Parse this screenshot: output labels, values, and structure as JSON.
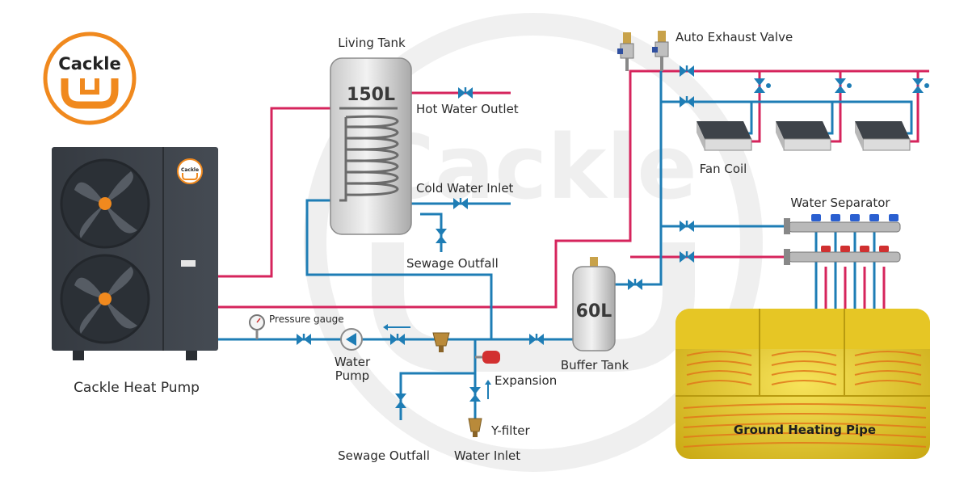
{
  "brand": {
    "name": "Cackle",
    "watermark": "Cackle"
  },
  "heat_pump": {
    "label": "Cackle Heat Pump",
    "badge": "Cackle"
  },
  "living_tank": {
    "title": "Living Tank",
    "volume": "150L"
  },
  "hot_water_outlet": "Hot Water Outlet",
  "cold_water_inlet": "Cold Water Inlet",
  "sewage_outfall_top": "Sewage Outfall",
  "auto_exhaust_valve": "Auto Exhaust Valve",
  "fan_coil": "Fan Coil",
  "water_separator": "Water Separator",
  "buffer_tank": {
    "label": "Buffer Tank",
    "volume": "60L"
  },
  "pressure_gauge": "Pressure gauge",
  "water_pump": {
    "line1": "Water",
    "line2": "Pump"
  },
  "expansion": "Expansion",
  "y_filter": "Y-filter",
  "sewage_outfall_bottom": "Sewage Outfall",
  "water_inlet": "Water Inlet",
  "ground_heating_pipe": "Ground Heating Pipe",
  "colors": {
    "hot": "#d6245c",
    "cold": "#1e7db5",
    "brand": "#f0891e",
    "unit": "#3b4047",
    "floor": "#f2d21f"
  }
}
